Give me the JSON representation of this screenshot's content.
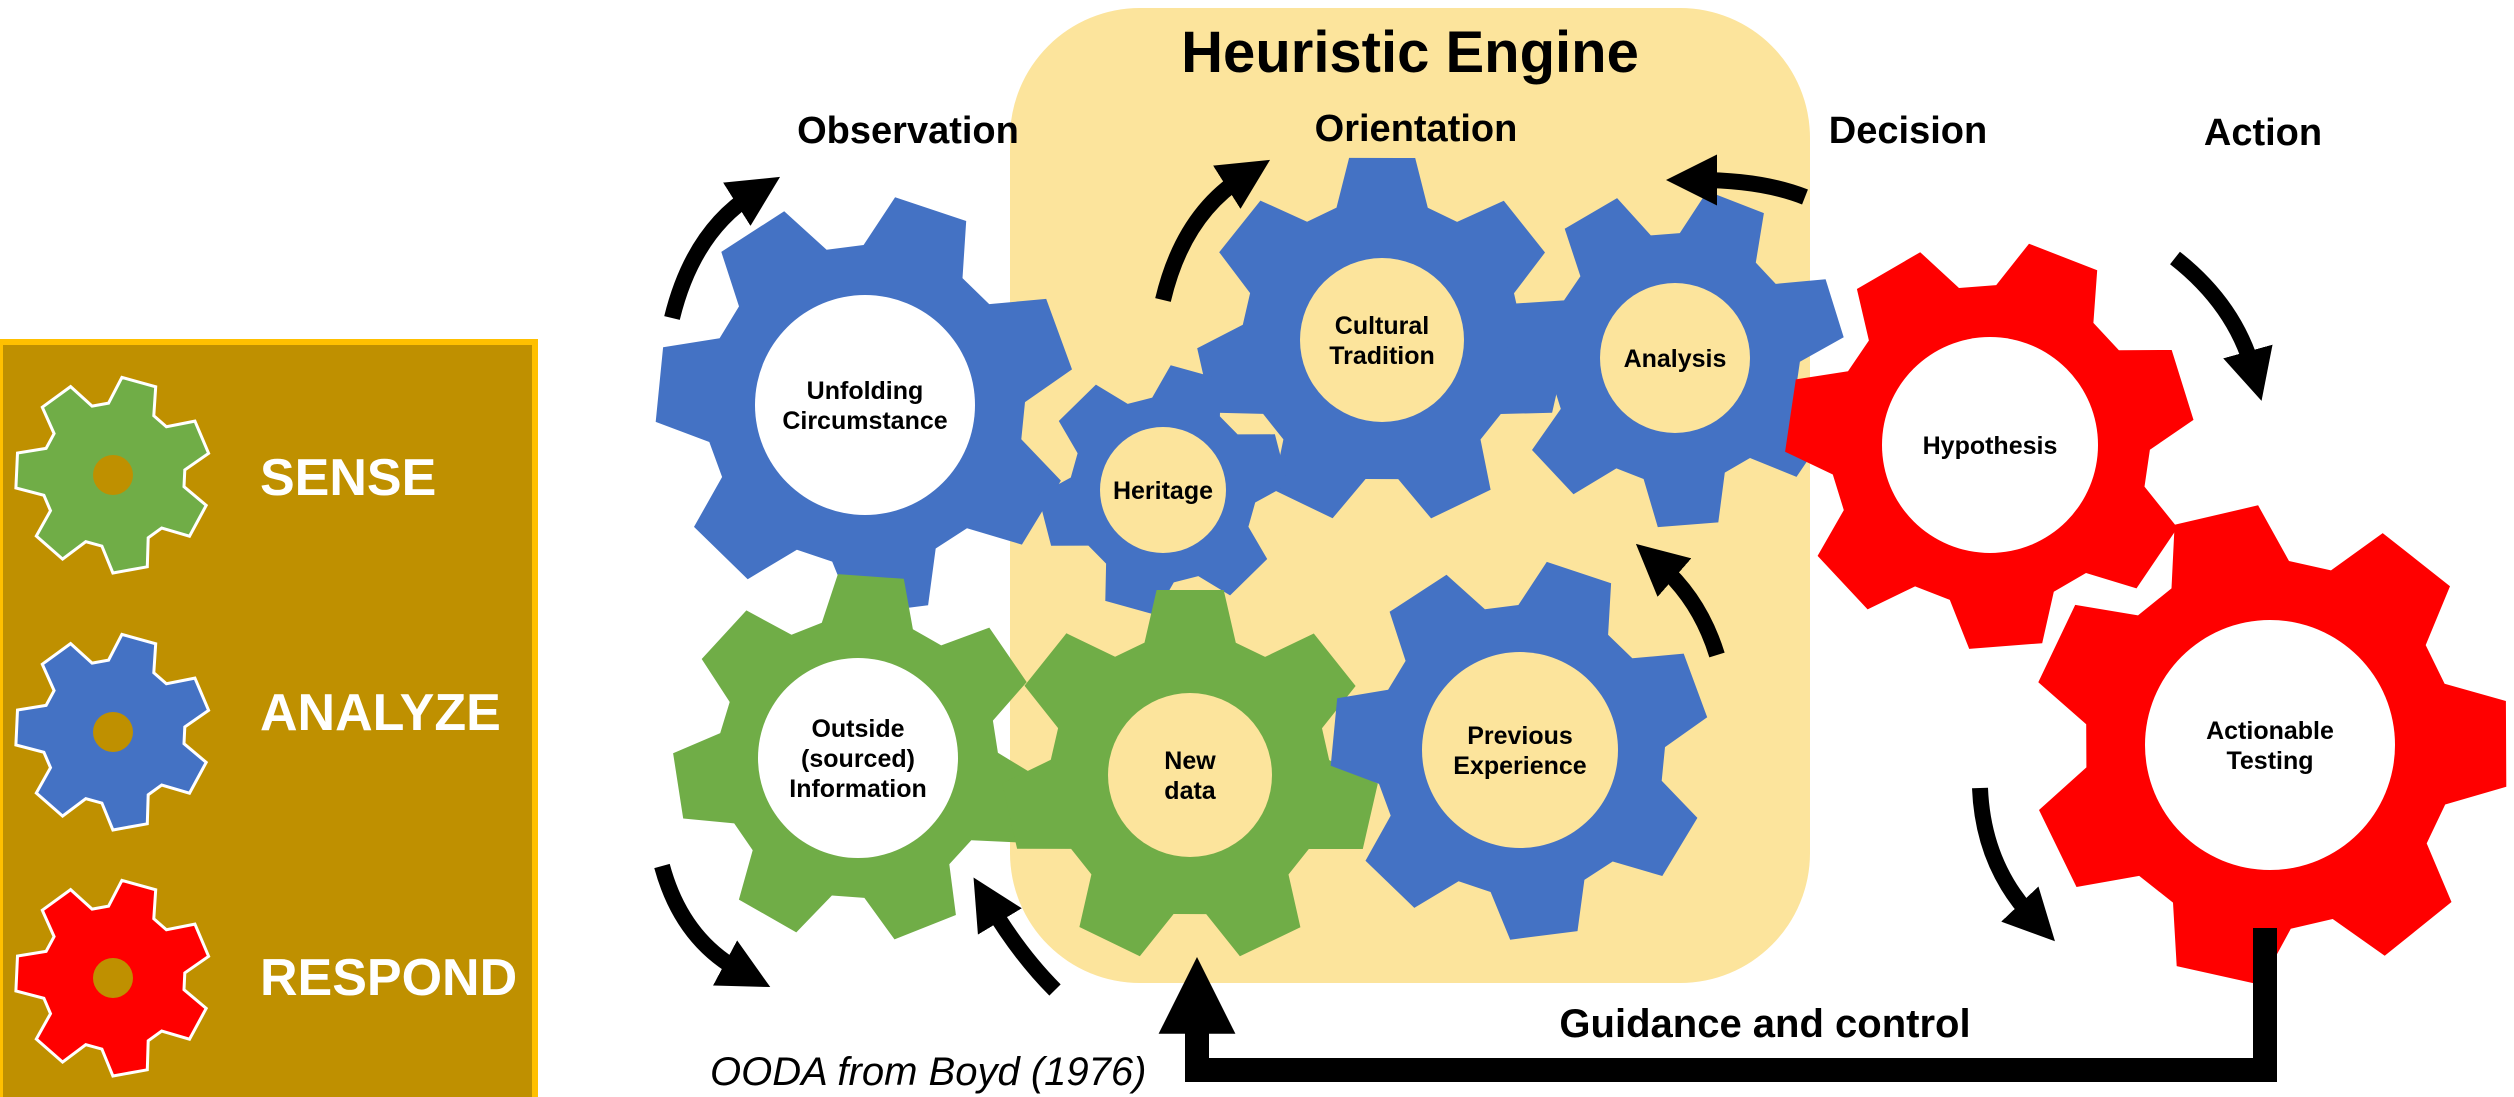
{
  "title": "Heuristic Engine",
  "phases": {
    "observation": "Observation",
    "orientation": "Orientation",
    "decision": "Decision",
    "action": "Action"
  },
  "legend": {
    "sense": "SENSE",
    "analyze": "ANALYZE",
    "respond": "RESPOND"
  },
  "gears": {
    "unfolding": [
      "Unfolding",
      "Circumstance"
    ],
    "cultural": [
      "Cultural",
      "Tradition"
    ],
    "analysis": [
      "Analysis"
    ],
    "heritage": [
      "Heritage"
    ],
    "outside": [
      "Outside",
      "(sourced)",
      "Information"
    ],
    "new_data": [
      "New",
      "data"
    ],
    "previous": [
      "Previous",
      "Experience"
    ],
    "hypothesis": [
      "Hypothesis"
    ],
    "actionable": [
      "Actionable",
      "Testing"
    ]
  },
  "feedback_label": "Guidance and control",
  "citation": "OODA from Boyd (1976)",
  "colors": {
    "sense": "#70AD47",
    "analyze": "#4472C4",
    "respond": "#FF0000",
    "engine_bg": "#FCE49C",
    "legend_bg": "#BF9000",
    "legend_border": "#FFC000"
  }
}
